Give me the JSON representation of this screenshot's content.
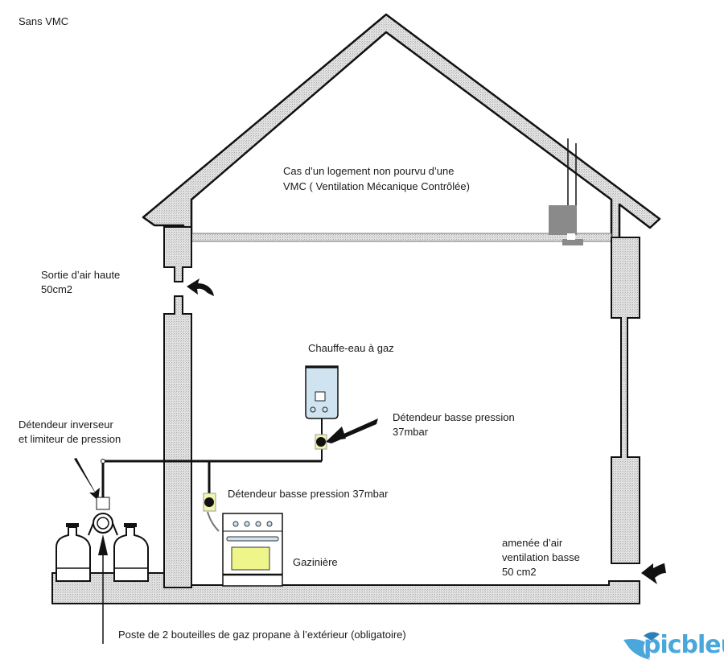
{
  "title": "Sans VMC",
  "labels": {
    "case_line1": "Cas d’un logement non pourvu d’une",
    "case_line2": "VMC ( Ventilation Mécanique Contrôlée)",
    "air_outlet_line1": "Sortie d’air haute",
    "air_outlet_line2": "50cm2",
    "water_heater": "Chauffe-eau à gaz",
    "regulator_heater_line1": "Détendeur basse pression",
    "regulator_heater_line2": "37mbar",
    "changeover_line1": "Détendeur inverseur",
    "changeover_line2": "et limiteur de pression",
    "regulator_stove": "Détendeur basse pression 37mbar",
    "stove": "Gazinière",
    "air_inlet_line1": "amenée d’air",
    "air_inlet_line2": "ventilation basse",
    "air_inlet_line3": "50 cm2",
    "bottles": "Poste de 2 bouteilles de gaz propane à l’extérieur (obligatoire)"
  },
  "logo": {
    "text": "picbleu",
    "color": "#4aa7dc"
  },
  "colors": {
    "wall_fill": "#d6d6d6",
    "outline": "#111111",
    "heater_fill": "#cfe3f0",
    "regulator_fill": "#f2f5b0",
    "oven_window": "#eef58a",
    "vmc_box": "#8a8a8a"
  }
}
